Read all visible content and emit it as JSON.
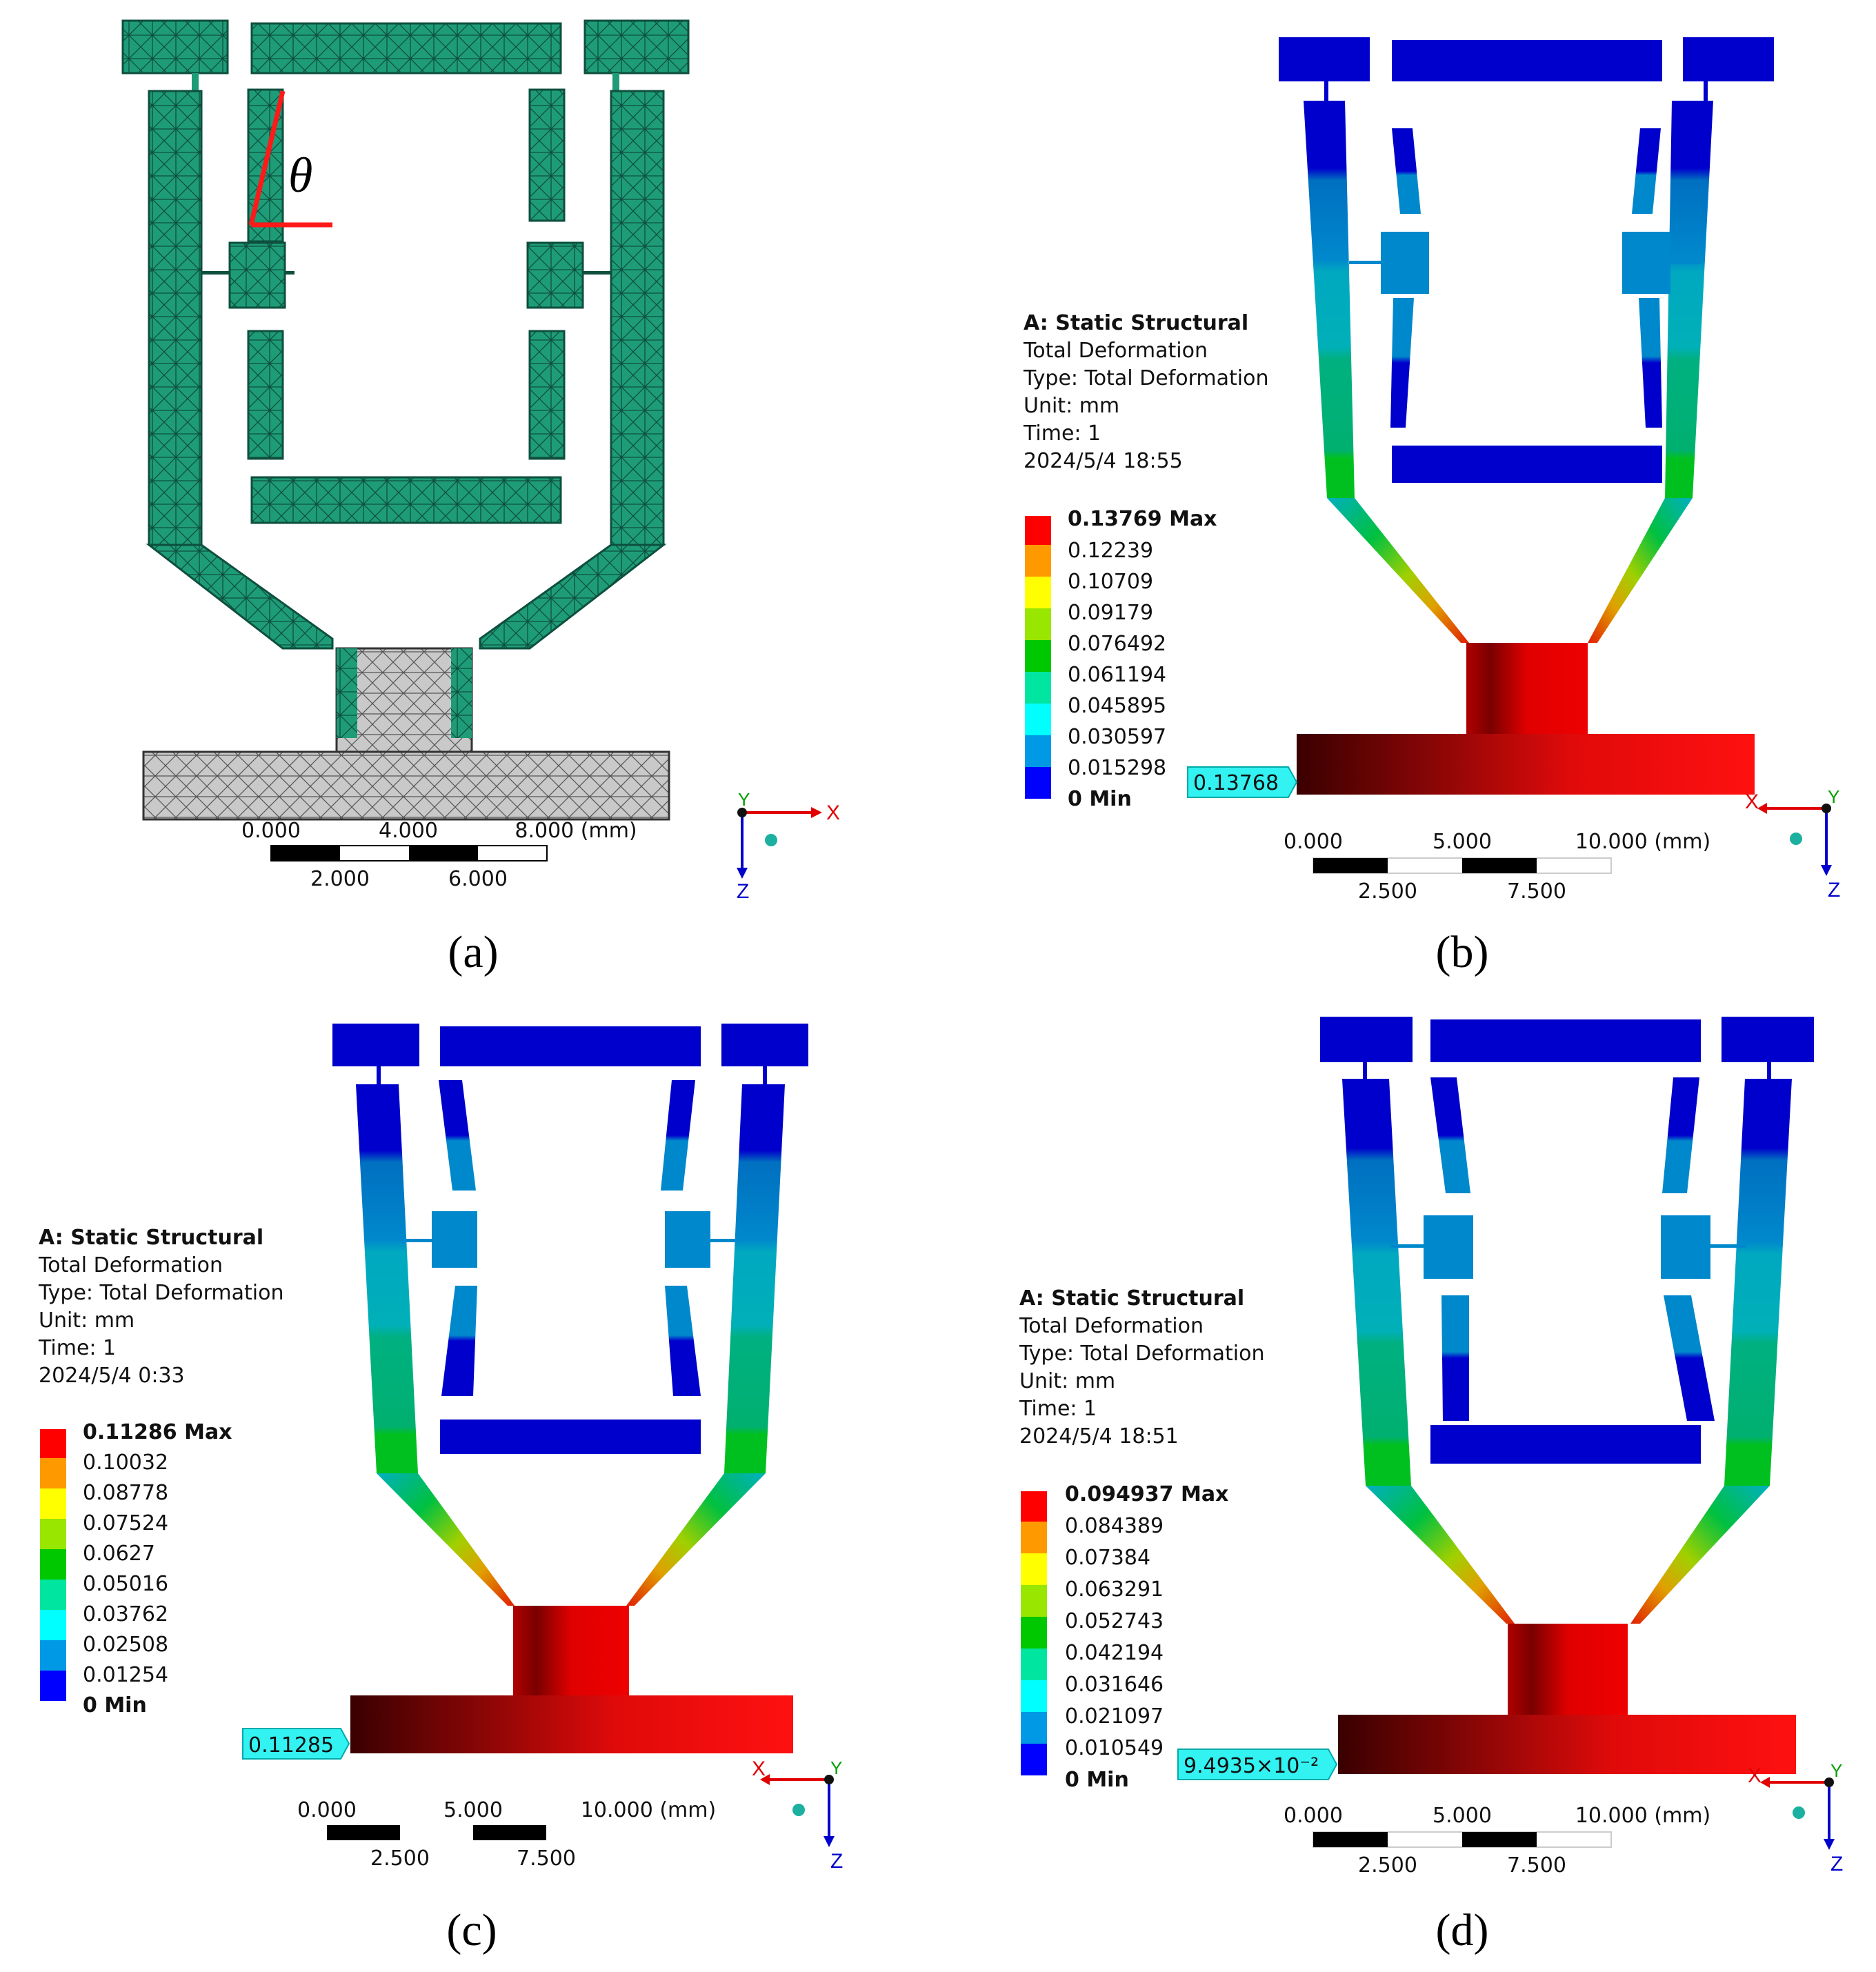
{
  "panels": [
    {
      "id": "a",
      "caption": "(a)",
      "theta_symbol": "θ",
      "scale_top": [
        "0.000",
        "4.000",
        "8.000 (mm)"
      ],
      "scale_bottom": [
        "2.000",
        "6.000"
      ],
      "axes": {
        "y": "Y",
        "x": "X",
        "z": "Z"
      }
    },
    {
      "id": "b",
      "caption": "(b)",
      "header": {
        "title": "A: Static Structural",
        "result": "Total Deformation",
        "type": "Type: Total Deformation",
        "unit": "Unit: mm",
        "time": "Time: 1",
        "date": "2024/5/4 18:55"
      },
      "legend_max": "0.13769 Max",
      "legend_values": [
        "0.12239",
        "0.10709",
        "0.09179",
        "0.076492",
        "0.061194",
        "0.045895",
        "0.030597",
        "0.015298"
      ],
      "legend_min": "0 Min",
      "probe": "0.13768",
      "scale_top": [
        "0.000",
        "5.000",
        "10.000 (mm)"
      ],
      "scale_bottom": [
        "2.500",
        "7.500"
      ],
      "axes": {
        "y": "Y",
        "x": "X",
        "z": "Z"
      }
    },
    {
      "id": "c",
      "caption": "(c)",
      "header": {
        "title": "A: Static Structural",
        "result": "Total Deformation",
        "type": "Type: Total Deformation",
        "unit": "Unit: mm",
        "time": "Time: 1",
        "date": "2024/5/4 0:33"
      },
      "legend_max": "0.11286 Max",
      "legend_values": [
        "0.10032",
        "0.08778",
        "0.07524",
        "0.0627",
        "0.05016",
        "0.03762",
        "0.02508",
        "0.01254"
      ],
      "legend_min": "0 Min",
      "probe": "0.11285",
      "scale_top": [
        "0.000",
        "5.000",
        "10.000 (mm)"
      ],
      "scale_bottom": [
        "2.500",
        "7.500"
      ],
      "axes": {
        "y": "Y",
        "x": "X",
        "z": "Z"
      }
    },
    {
      "id": "d",
      "caption": "(d)",
      "header": {
        "title": "A: Static Structural",
        "result": "Total Deformation",
        "type": "Type: Total Deformation",
        "unit": "Unit: mm",
        "time": "Time: 1",
        "date": "2024/5/4 18:51"
      },
      "legend_max": "0.094937 Max",
      "legend_values": [
        "0.084389",
        "0.07384",
        "0.063291",
        "0.052743",
        "0.042194",
        "0.031646",
        "0.021097",
        "0.010549"
      ],
      "legend_min": "0 Min",
      "probe": "9.4935×10⁻²",
      "scale_top": [
        "0.000",
        "5.000",
        "10.000 (mm)"
      ],
      "scale_bottom": [
        "2.500",
        "7.500"
      ],
      "axes": {
        "y": "Y",
        "x": "X",
        "z": "Z"
      }
    }
  ],
  "colors": {
    "mesh_green": "#1E9C78",
    "mesh_line": "#0E4F3D",
    "ramp": [
      "#FF0000",
      "#FF9900",
      "#FFFF00",
      "#99E600",
      "#00C800",
      "#00E6A0",
      "#00FFFF",
      "#0099E6",
      "#0000FF"
    ],
    "probe_bg": "#33F2F2"
  }
}
